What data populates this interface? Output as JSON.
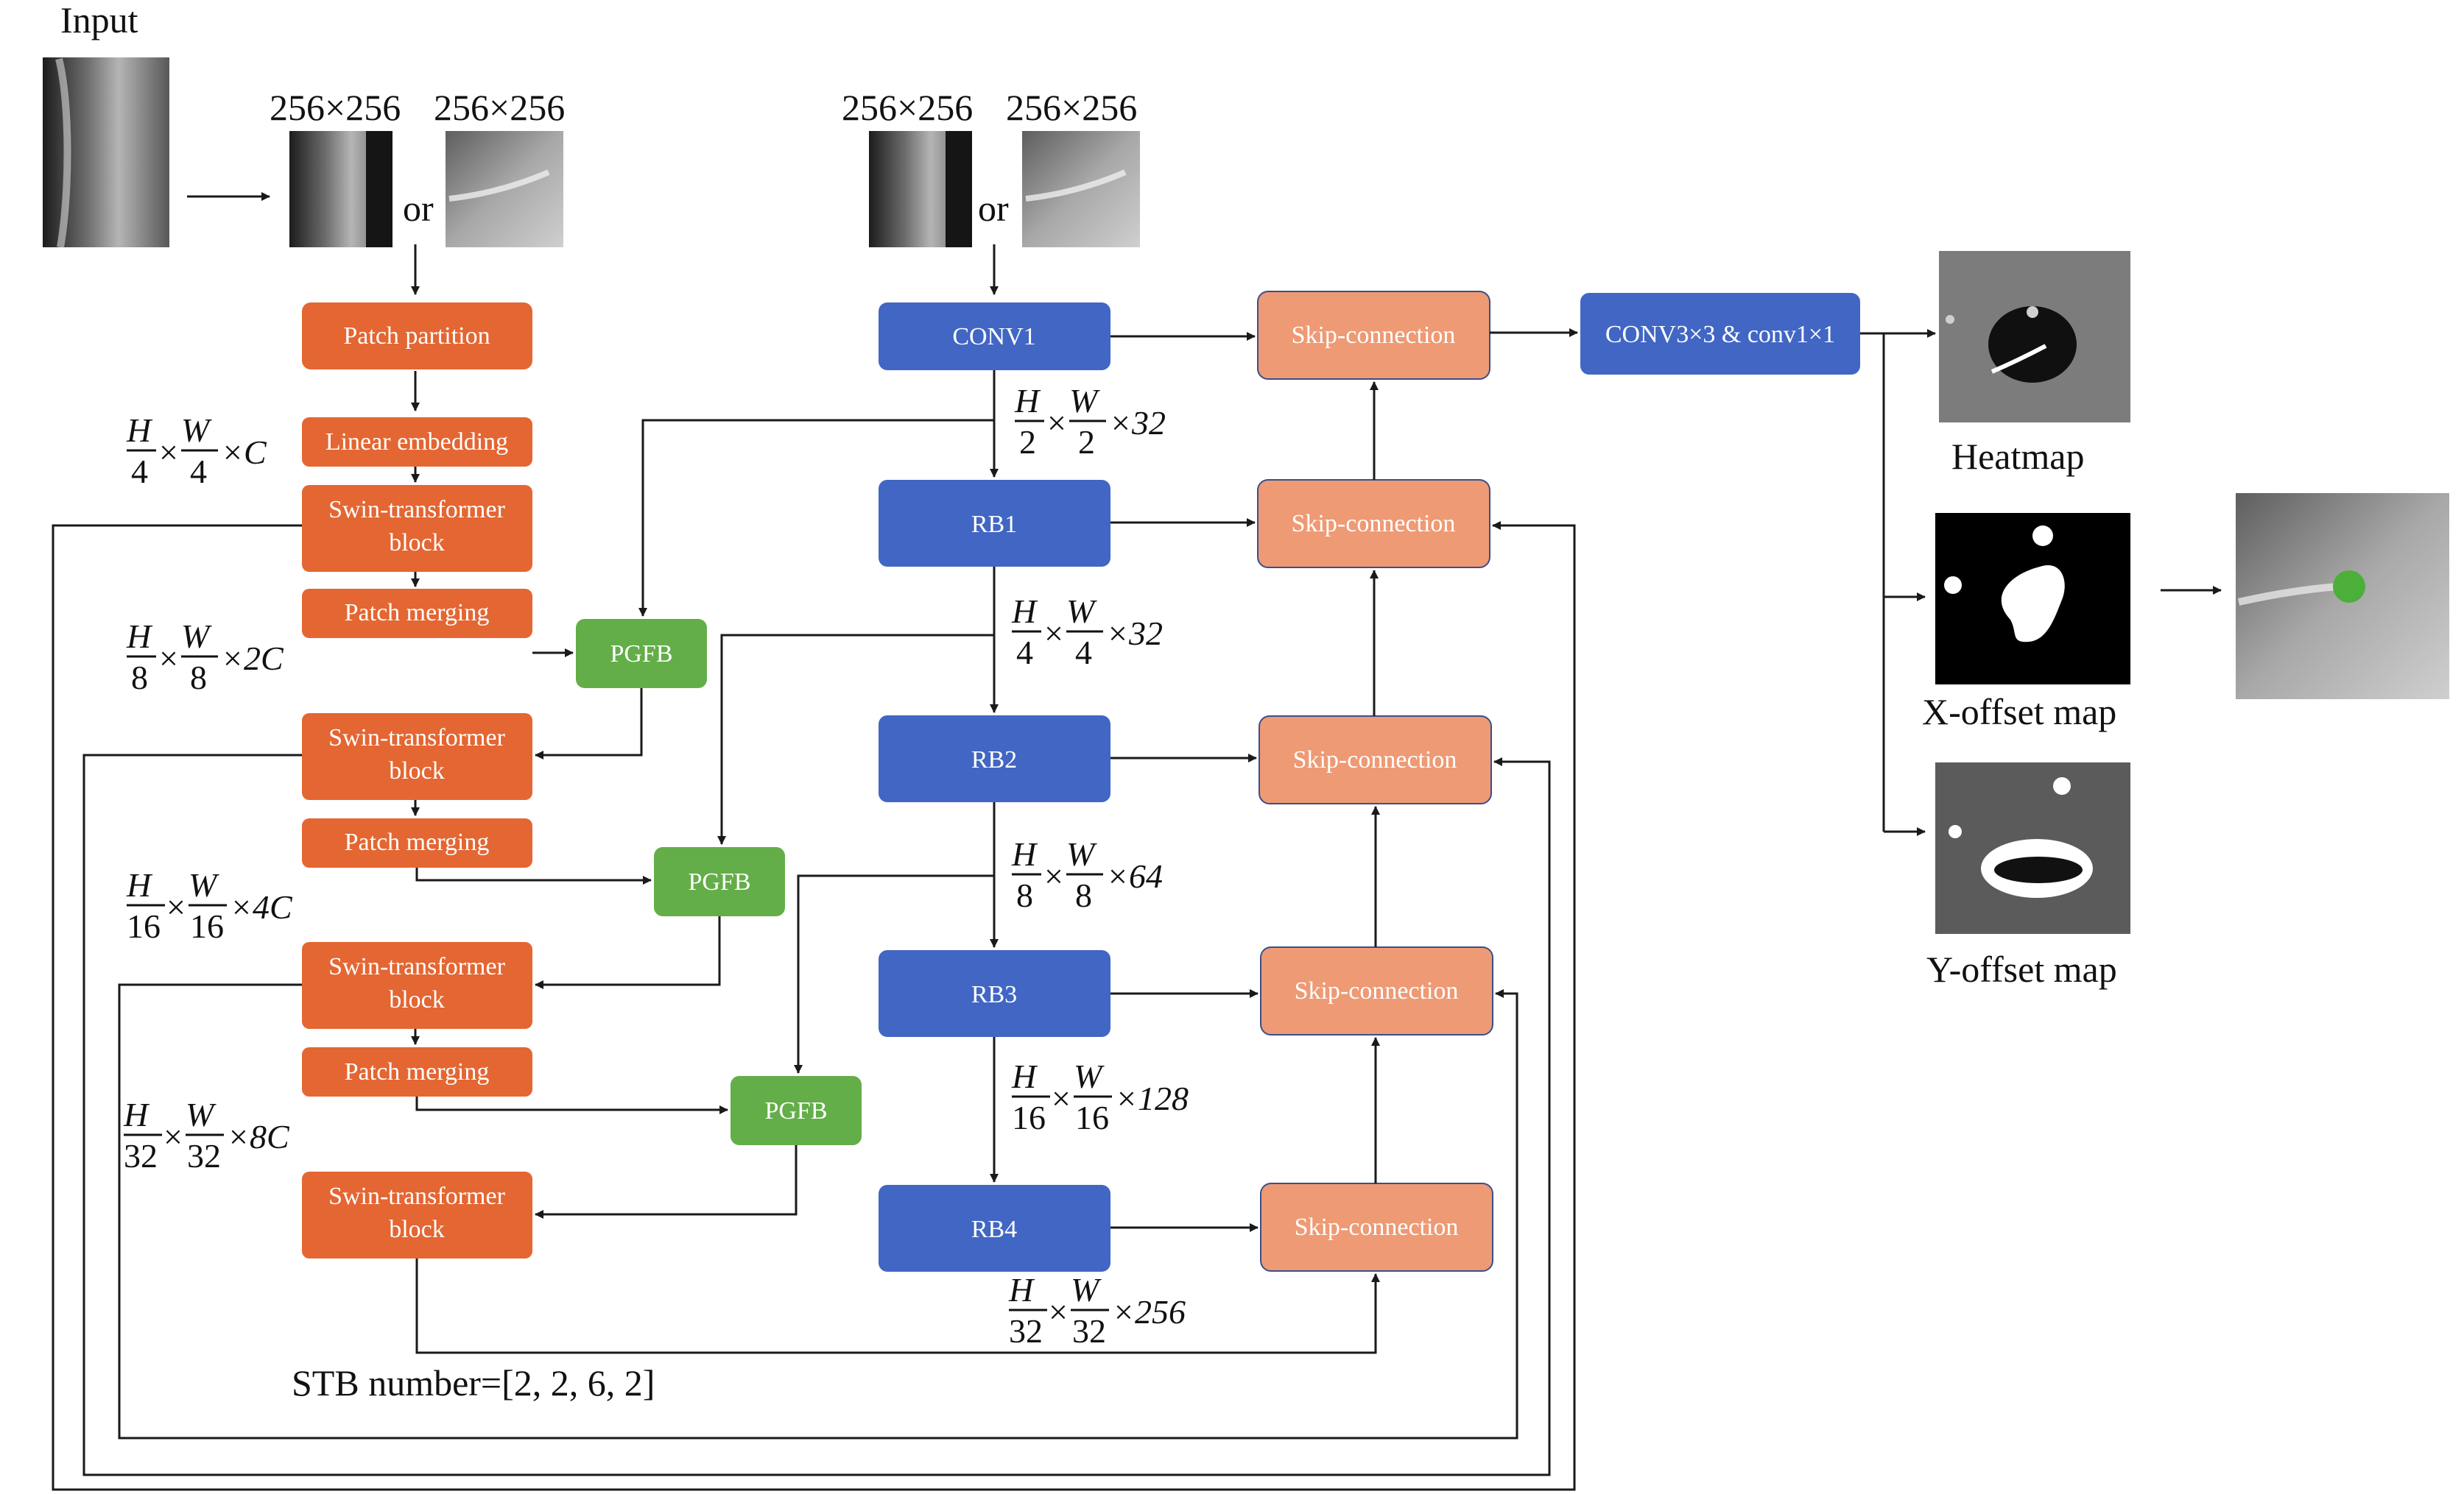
{
  "labels": {
    "input": "Input",
    "size_enc_a": "256×256",
    "size_enc_b": "256×256",
    "or_enc": "or",
    "size_dec_a": "256×256",
    "size_dec_b": "256×256",
    "or_dec": "or",
    "stb_number": "STB number=[2, 2, 6, 2]",
    "heatmap": "Heatmap",
    "x_offset": "X-offset map",
    "y_offset": "Y-offset map"
  },
  "encoder": {
    "patch_partition": "Patch partition",
    "linear_embedding": "Linear embedding",
    "swin_block": "Swin-transformer block",
    "swin_block_1": "Swin-transformer",
    "swin_block_2": "block",
    "patch_merging": "Patch merging",
    "dims": [
      {
        "h": "H",
        "hd": "4",
        "w": "W",
        "wd": "4",
        "c": "×C"
      },
      {
        "h": "H",
        "hd": "8",
        "w": "W",
        "wd": "8",
        "c": "×2C"
      },
      {
        "h": "H",
        "hd": "16",
        "w": "W",
        "wd": "16",
        "c": "×4C"
      },
      {
        "h": "H",
        "hd": "32",
        "w": "W",
        "wd": "32",
        "c": "×8C"
      }
    ]
  },
  "pgfb": "PGFB",
  "decoder": {
    "conv1": "CONV1",
    "rb1": "RB1",
    "rb2": "RB2",
    "rb3": "RB3",
    "rb4": "RB4",
    "skip": "Skip-connection",
    "head": "CONV3×3 & conv1×1",
    "dims": [
      {
        "h": "H",
        "hd": "2",
        "w": "W",
        "wd": "2",
        "c": "×32"
      },
      {
        "h": "H",
        "hd": "4",
        "w": "W",
        "wd": "4",
        "c": "×32"
      },
      {
        "h": "H",
        "hd": "8",
        "w": "W",
        "wd": "8",
        "c": "×64"
      },
      {
        "h": "H",
        "hd": "16",
        "w": "W",
        "wd": "16",
        "c": "×128"
      },
      {
        "h": "H",
        "hd": "32",
        "w": "W",
        "wd": "32",
        "c": "×256"
      }
    ]
  },
  "colors": {
    "encoder_box": "#E46632",
    "decoder_box": "#4166C4",
    "skip_box": "#EE9A74",
    "pgfb_box": "#63AE48",
    "xray_dark": "#3a3a3a",
    "xray_light": "#c9c9c9",
    "map_bg": "#7c7c7c",
    "keypoint": "#4CAF3A"
  }
}
